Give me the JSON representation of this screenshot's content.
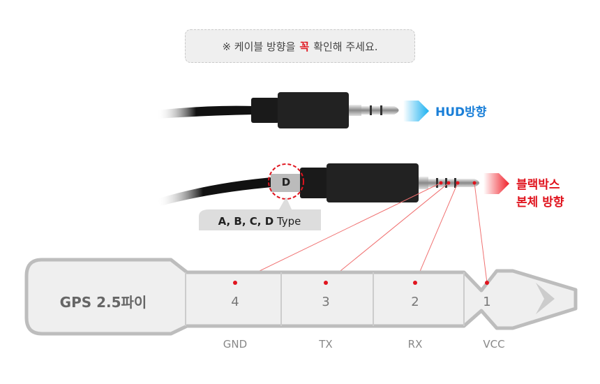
{
  "notice": {
    "prefix": "※ 케이블 방향을",
    "emphasis": "꼭",
    "suffix": "확인해 주세요."
  },
  "hud_direction": "HUD방향",
  "blackbox_direction": [
    "블랙박스",
    "본체 방향"
  ],
  "type_marker": "D",
  "type_label_bold": "A, B, C, D",
  "type_label_suffix": "Type",
  "jack_title": "GPS 2.5파이",
  "pins": [
    {
      "number": "4",
      "name": "GND"
    },
    {
      "number": "3",
      "name": "TX"
    },
    {
      "number": "2",
      "name": "RX"
    },
    {
      "number": "1",
      "name": "VCC"
    }
  ],
  "colors": {
    "hud": "#1a7fd8",
    "blackbox": "#e0141e",
    "pin_line": "#f07070",
    "jack": "#bdbdbd"
  }
}
